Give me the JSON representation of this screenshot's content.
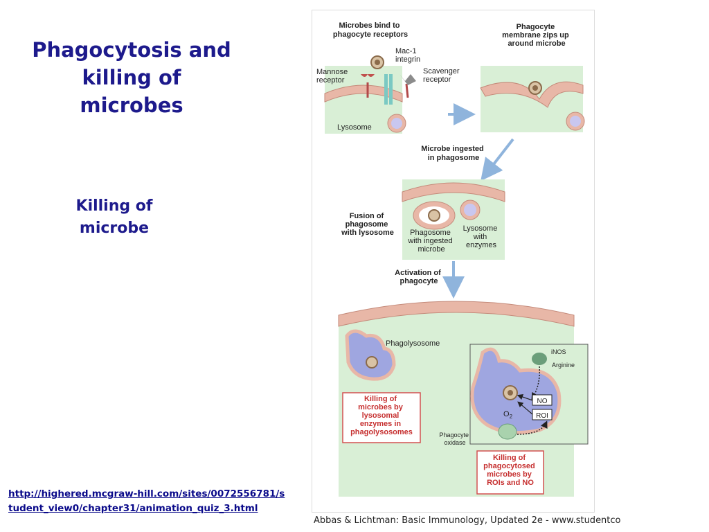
{
  "slide": {
    "title": "Phagocytosis and killing of microbes",
    "subtitle": "Killing of microbe",
    "link": "http://highered.mcgraw-hill.com/sites/0072556781/student_view0/chapter31/animation_quiz_3.html",
    "caption": "Abbas & Lichtman: Basic Immunology, Updated 2e - www.studentco"
  },
  "diagram": {
    "panel1_heading": [
      "Microbes bind to",
      "phagocyte receptors"
    ],
    "mac1_label": [
      "Mac-1",
      "integrin"
    ],
    "mannose_label": [
      "Mannose",
      "receptor"
    ],
    "scavenger_label": [
      "Scavenger",
      "receptor"
    ],
    "lysosome_label": "Lysosome",
    "panel2_heading": [
      "Phagocyte",
      "membrane zips up",
      "around microbe"
    ],
    "ingested_label": [
      "Microbe ingested",
      "in phagosome"
    ],
    "fusion_label": [
      "Fusion of",
      "phagosome",
      "with lysosome"
    ],
    "phagosome_label": [
      "Phagosome",
      "with ingested",
      "microbe"
    ],
    "lysosome_enzymes_label": [
      "Lysosome",
      "with",
      "enzymes"
    ],
    "activation_label": [
      "Activation of",
      "phagocyte"
    ],
    "phagolysosome_label": "Phagolysosome",
    "killing_enzymes_box": [
      "Killing of",
      "microbes by",
      "lysosomal",
      "enzymes in",
      "phagolysosomes"
    ],
    "inos_label": "iNOS",
    "arginine_label": "Arginine",
    "no_label": "NO",
    "roi_label": "ROI",
    "o2_label": "O",
    "o2_sub": "2",
    "oxidase_label": [
      "Phagocyte",
      "oxidase"
    ],
    "killing_roi_box": [
      "Killing of",
      "phagocytosed",
      "microbes by",
      "ROIs and NO"
    ]
  }
}
